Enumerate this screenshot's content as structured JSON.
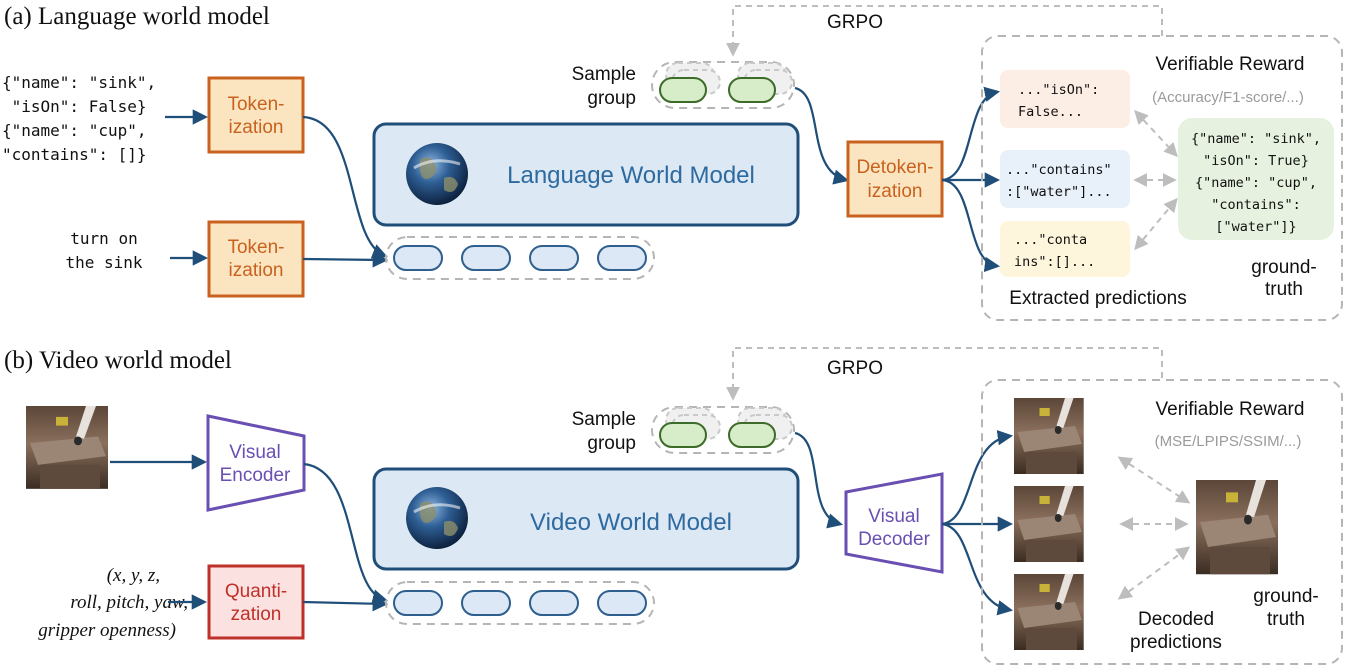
{
  "sectionA": {
    "title": "(a) Language world model",
    "grpo": "GRPO",
    "sample_group": [
      "Sample",
      "group"
    ],
    "state_text": [
      "{\"name\": \"sink\",",
      " \"isOn\": False}",
      "{\"name\": \"cup\",",
      "\"contains\": []}"
    ],
    "action_text": [
      "turn on",
      "the sink"
    ],
    "tokenization": [
      "Token-",
      "ization"
    ],
    "model": "Language World Model",
    "detokenization": [
      "Detoken-",
      "ization"
    ],
    "predictions": [
      [
        "...\"isOn\":",
        "False..."
      ],
      [
        "...\"contains\"",
        ":[\"water\"]..."
      ],
      [
        "...\"conta",
        "ins\":[]..."
      ]
    ],
    "extracted_label": "Extracted predictions",
    "reward_title": "Verifiable Reward",
    "reward_metrics": "(Accuracy/F1-score/...)",
    "ground_truth_text": [
      "{\"name\": \"sink\",",
      "\"isOn\": True}",
      "{\"name\": \"cup\",",
      "\"contains\":",
      "[\"water\"]}"
    ],
    "ground_truth_label": [
      "ground-",
      "truth"
    ]
  },
  "sectionB": {
    "title": "(b) Video world model",
    "grpo": "GRPO",
    "sample_group": [
      "Sample",
      "group"
    ],
    "action_text": [
      "(x, y, z,",
      "roll, pitch, yaw,",
      "gripper openness)"
    ],
    "visual_encoder": [
      "Visual",
      "Encoder"
    ],
    "quantization": [
      "Quanti-",
      "zation"
    ],
    "model": "Video World Model",
    "visual_decoder": [
      "Visual",
      "Decoder"
    ],
    "reward_title": "Verifiable Reward",
    "reward_metrics": "(MSE/LPIPS/SSIM/...)",
    "decoded_label": [
      "Decoded",
      "predictions"
    ],
    "ground_truth_label": [
      "ground-",
      "truth"
    ]
  },
  "colors": {
    "arrow": "#1f4e79",
    "token_fill": "#dce8f6",
    "model_fill": "#dce9f5",
    "model_stroke": "#1f4e79",
    "tokenizer_fill": "#fbe5c0",
    "tokenizer_stroke": "#c9621f",
    "encoder_stroke": "#6a4fb3",
    "quant_fill": "#fbe1df",
    "quant_stroke": "#c0302b",
    "sample_fill": "#d7ecc8",
    "gt_fill": "#e6f2df"
  },
  "icons": [
    "earth-icon",
    "robot-frame-image"
  ]
}
